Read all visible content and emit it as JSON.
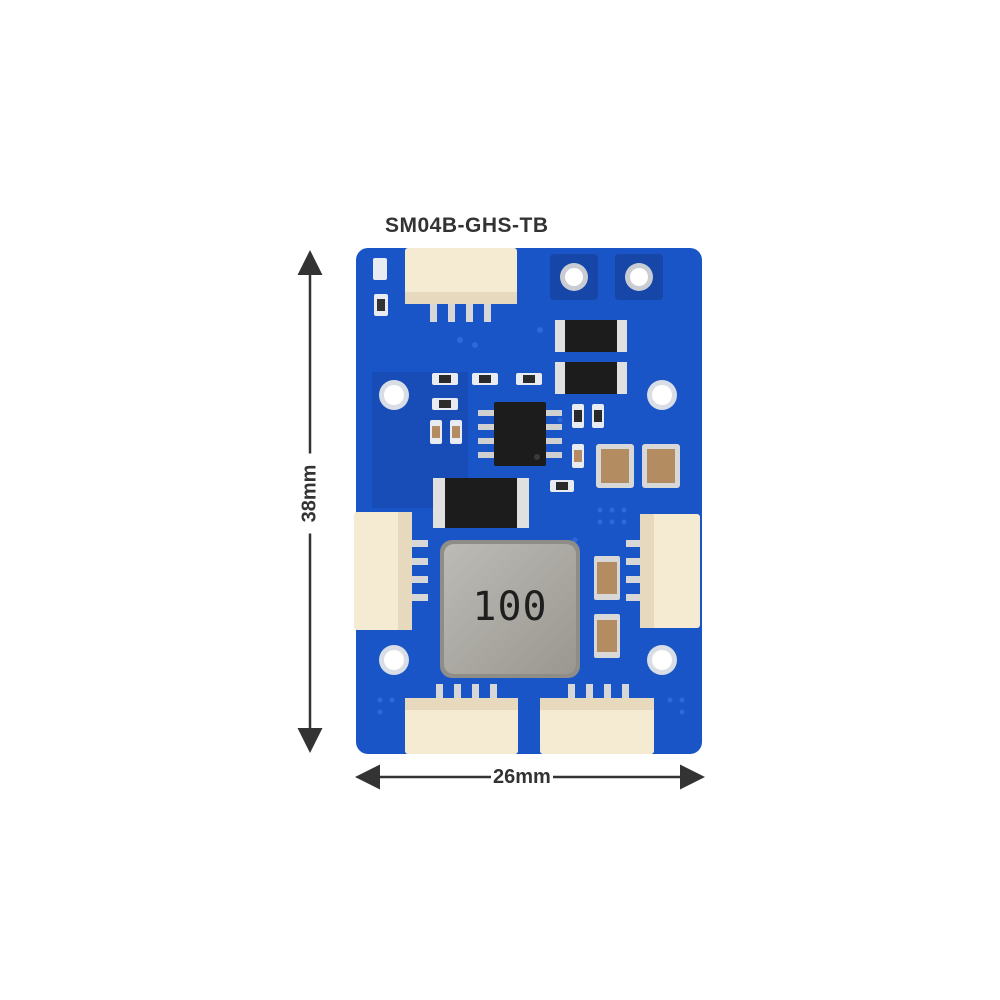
{
  "labels": {
    "connector": "SM04B-GHS-TB",
    "height": "38mm",
    "width": "26mm",
    "inductor_marking": "100"
  },
  "colors": {
    "pcb": "#1a55c8",
    "pcb_dark": "#1546a8",
    "connector": "#f5ead2",
    "inductor": "#a9a7a2",
    "ic": "#1c1c1c",
    "capacitor": "#b48c62",
    "arrow": "#333333"
  }
}
